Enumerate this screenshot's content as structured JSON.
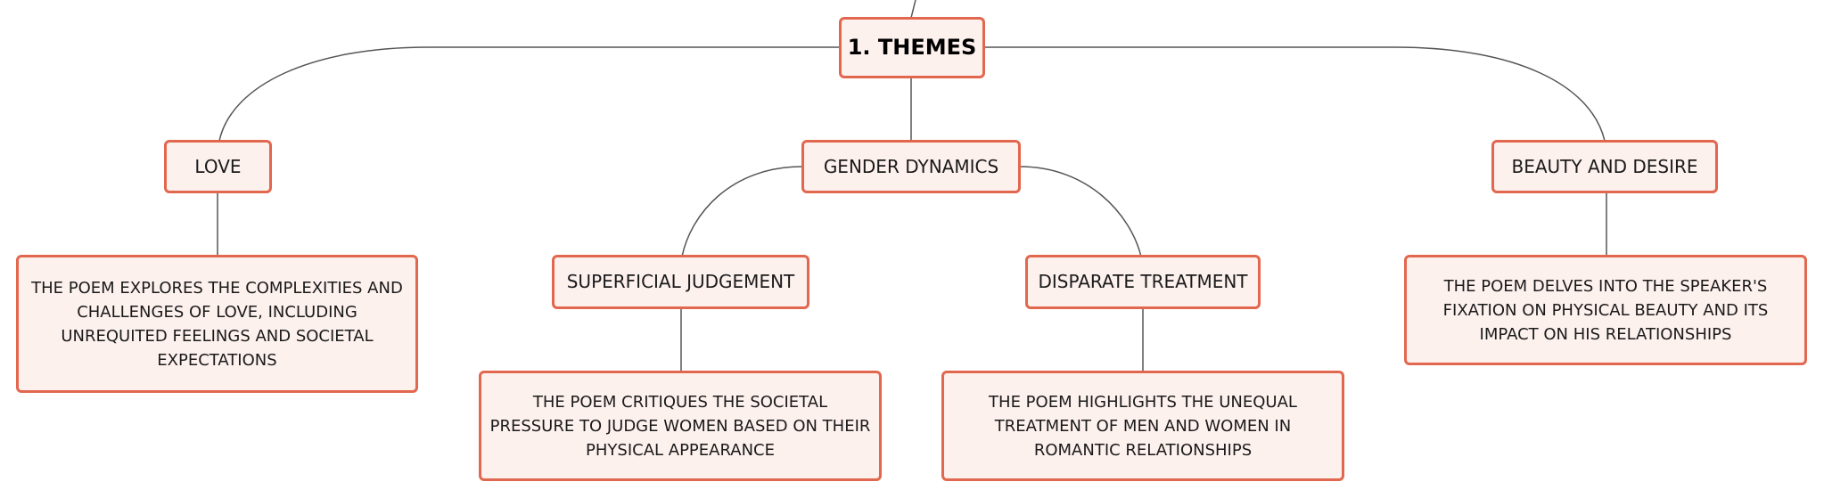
{
  "colors": {
    "node_border": "#e2674f",
    "node_fill": "#fdf1ee",
    "connector": "#555555"
  },
  "mindmap": {
    "root": {
      "label": "1. THEMES"
    },
    "love": {
      "label": "LOVE",
      "description": "THE POEM EXPLORES THE COMPLEXITIES AND CHALLENGES OF LOVE, INCLUDING UNREQUITED FEELINGS AND SOCIETAL EXPECTATIONS"
    },
    "gender_dynamics": {
      "label": "GENDER DYNAMICS",
      "superficial_judgement": {
        "label": "SUPERFICIAL JUDGEMENT",
        "description": "THE POEM CRITIQUES THE SOCIETAL PRESSURE TO JUDGE WOMEN BASED ON THEIR PHYSICAL APPEARANCE"
      },
      "disparate_treatment": {
        "label": "DISPARATE TREATMENT",
        "description": "THE POEM HIGHLIGHTS THE UNEQUAL TREATMENT OF MEN AND WOMEN IN ROMANTIC RELATIONSHIPS"
      }
    },
    "beauty_and_desire": {
      "label": "BEAUTY AND DESIRE",
      "description": "THE POEM DELVES INTO THE SPEAKER'S FIXATION ON PHYSICAL BEAUTY AND ITS IMPACT ON HIS RELATIONSHIPS"
    }
  }
}
